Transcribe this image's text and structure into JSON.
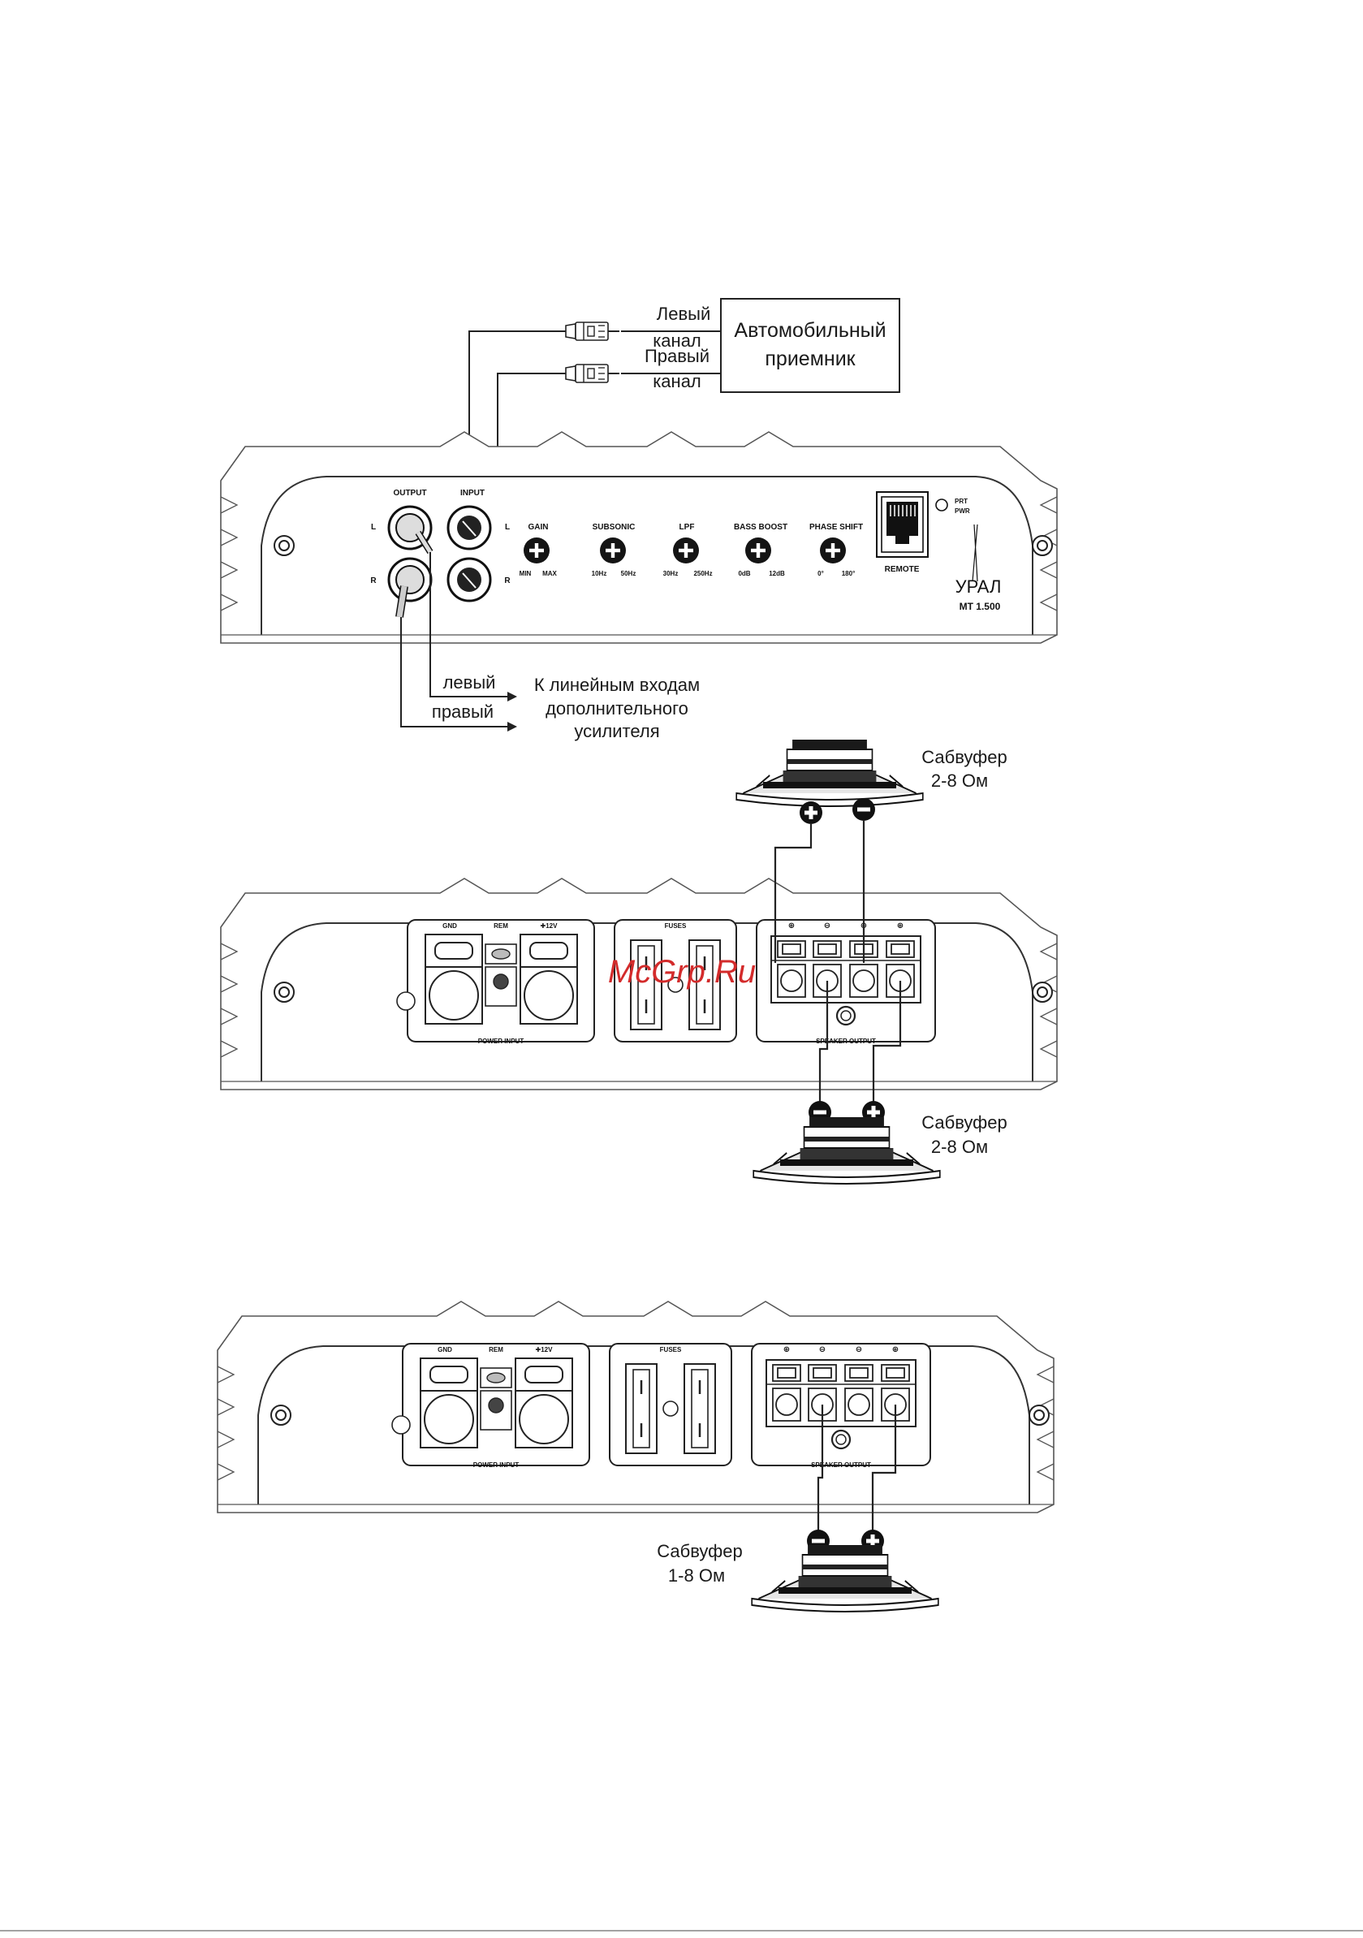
{
  "receiver": {
    "title_line1": "Автомобильный",
    "title_line2": "приемник",
    "left_l1": "Левый",
    "left_l2": "канал",
    "right_l1": "Правый",
    "right_l2": "канал"
  },
  "front_panel": {
    "output": "OUTPUT",
    "input": "INPUT",
    "L": "L",
    "R": "R",
    "knobs": [
      {
        "label": "GAIN",
        "min": "MIN",
        "max": "MAX"
      },
      {
        "label": "SUBSONIC",
        "min": "10Hz",
        "max": "50Hz"
      },
      {
        "label": "LPF",
        "min": "30Hz",
        "max": "250Hz"
      },
      {
        "label": "BASS BOOST",
        "min": "0dB",
        "max": "12dB"
      },
      {
        "label": "PHASE SHIFT",
        "min": "0°",
        "max": "180°"
      }
    ],
    "remote": "REMOTE",
    "prt": "PRT",
    "pwr": "PWR",
    "brand": "УРАЛ",
    "model": "MT 1.500"
  },
  "line_out": {
    "left": "левый",
    "right": "правый",
    "desc_l1": "К линейным входам",
    "desc_l2": "дополнительного",
    "desc_l3": "усилителя"
  },
  "rear_panel": {
    "gnd": "GND",
    "rem": "REM",
    "plus12": "✚12V",
    "fuses": "FUSES",
    "power_input": "POWER INPUT",
    "speaker_output": "SPEAKER OUTPUT",
    "polarity": [
      "⊕",
      "⊖",
      "⊖",
      "⊕"
    ]
  },
  "subwoofers": {
    "sub1_l1": "Сабвуфер",
    "sub1_l2": "2-8 Ом",
    "sub2_l1": "Сабвуфер",
    "sub2_l2": "2-8 Ом",
    "sub3_l1": "Сабвуфер",
    "sub3_l2": "1-8 Ом"
  },
  "watermark": "McGrp.Ru"
}
